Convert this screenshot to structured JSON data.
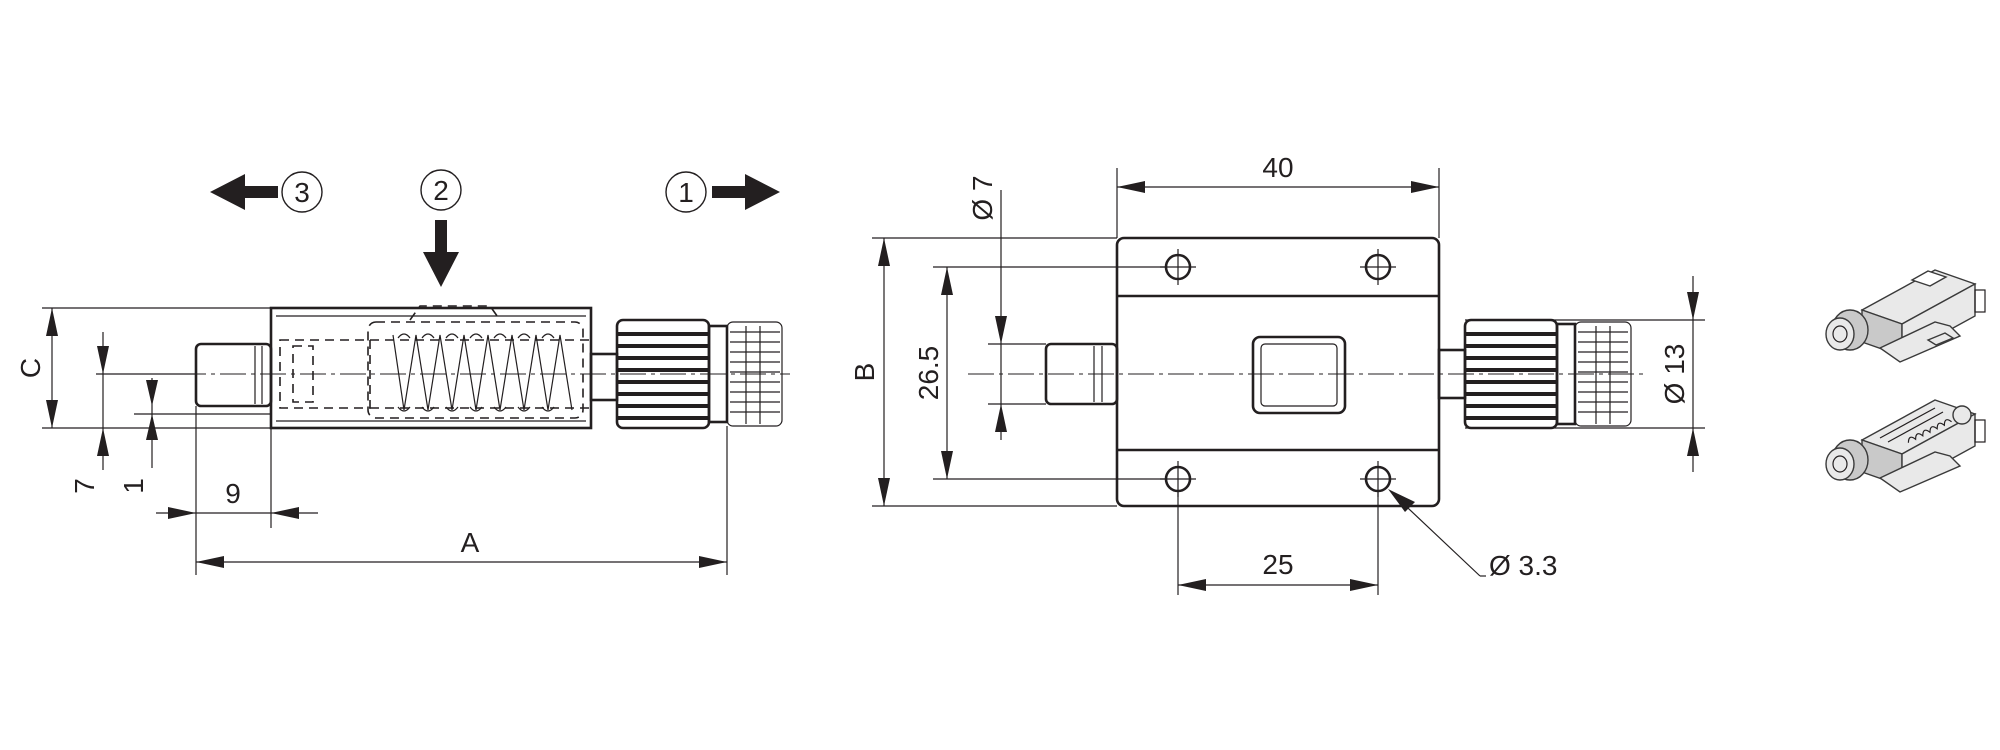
{
  "views": {
    "side": {
      "step_3": "3",
      "step_2": "2",
      "step_1": "1",
      "dim_c": "C",
      "dim_7": "7",
      "dim_1": "1",
      "dim_9": "9",
      "dim_a": "A"
    },
    "front": {
      "dim_40": "40",
      "dim_b": "B",
      "dim_26_5": "26.5",
      "dim_d7": "Ø 7",
      "dim_25": "25",
      "dim_d3_3": "Ø 3.3",
      "dim_d13": "Ø 13"
    }
  },
  "colors": {
    "line": "#231f20",
    "background": "#ffffff"
  }
}
